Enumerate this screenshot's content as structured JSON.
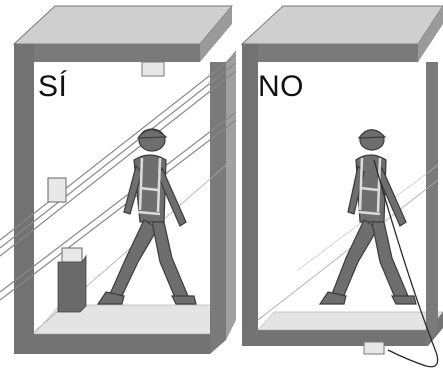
{
  "panels": [
    {
      "label": "SÍ",
      "lifeline": "rigid-overhead-rail"
    },
    {
      "label": "NO",
      "lifeline": "hanging-slack-line"
    }
  ],
  "colors": {
    "frame": "#707070",
    "frame_top": "#cfcfcf",
    "frame_edge": "#9a9a9a",
    "worker": "#6e6e6e",
    "harness": "#dcdcdc",
    "rail": "#888888",
    "background": "#ffffff"
  }
}
